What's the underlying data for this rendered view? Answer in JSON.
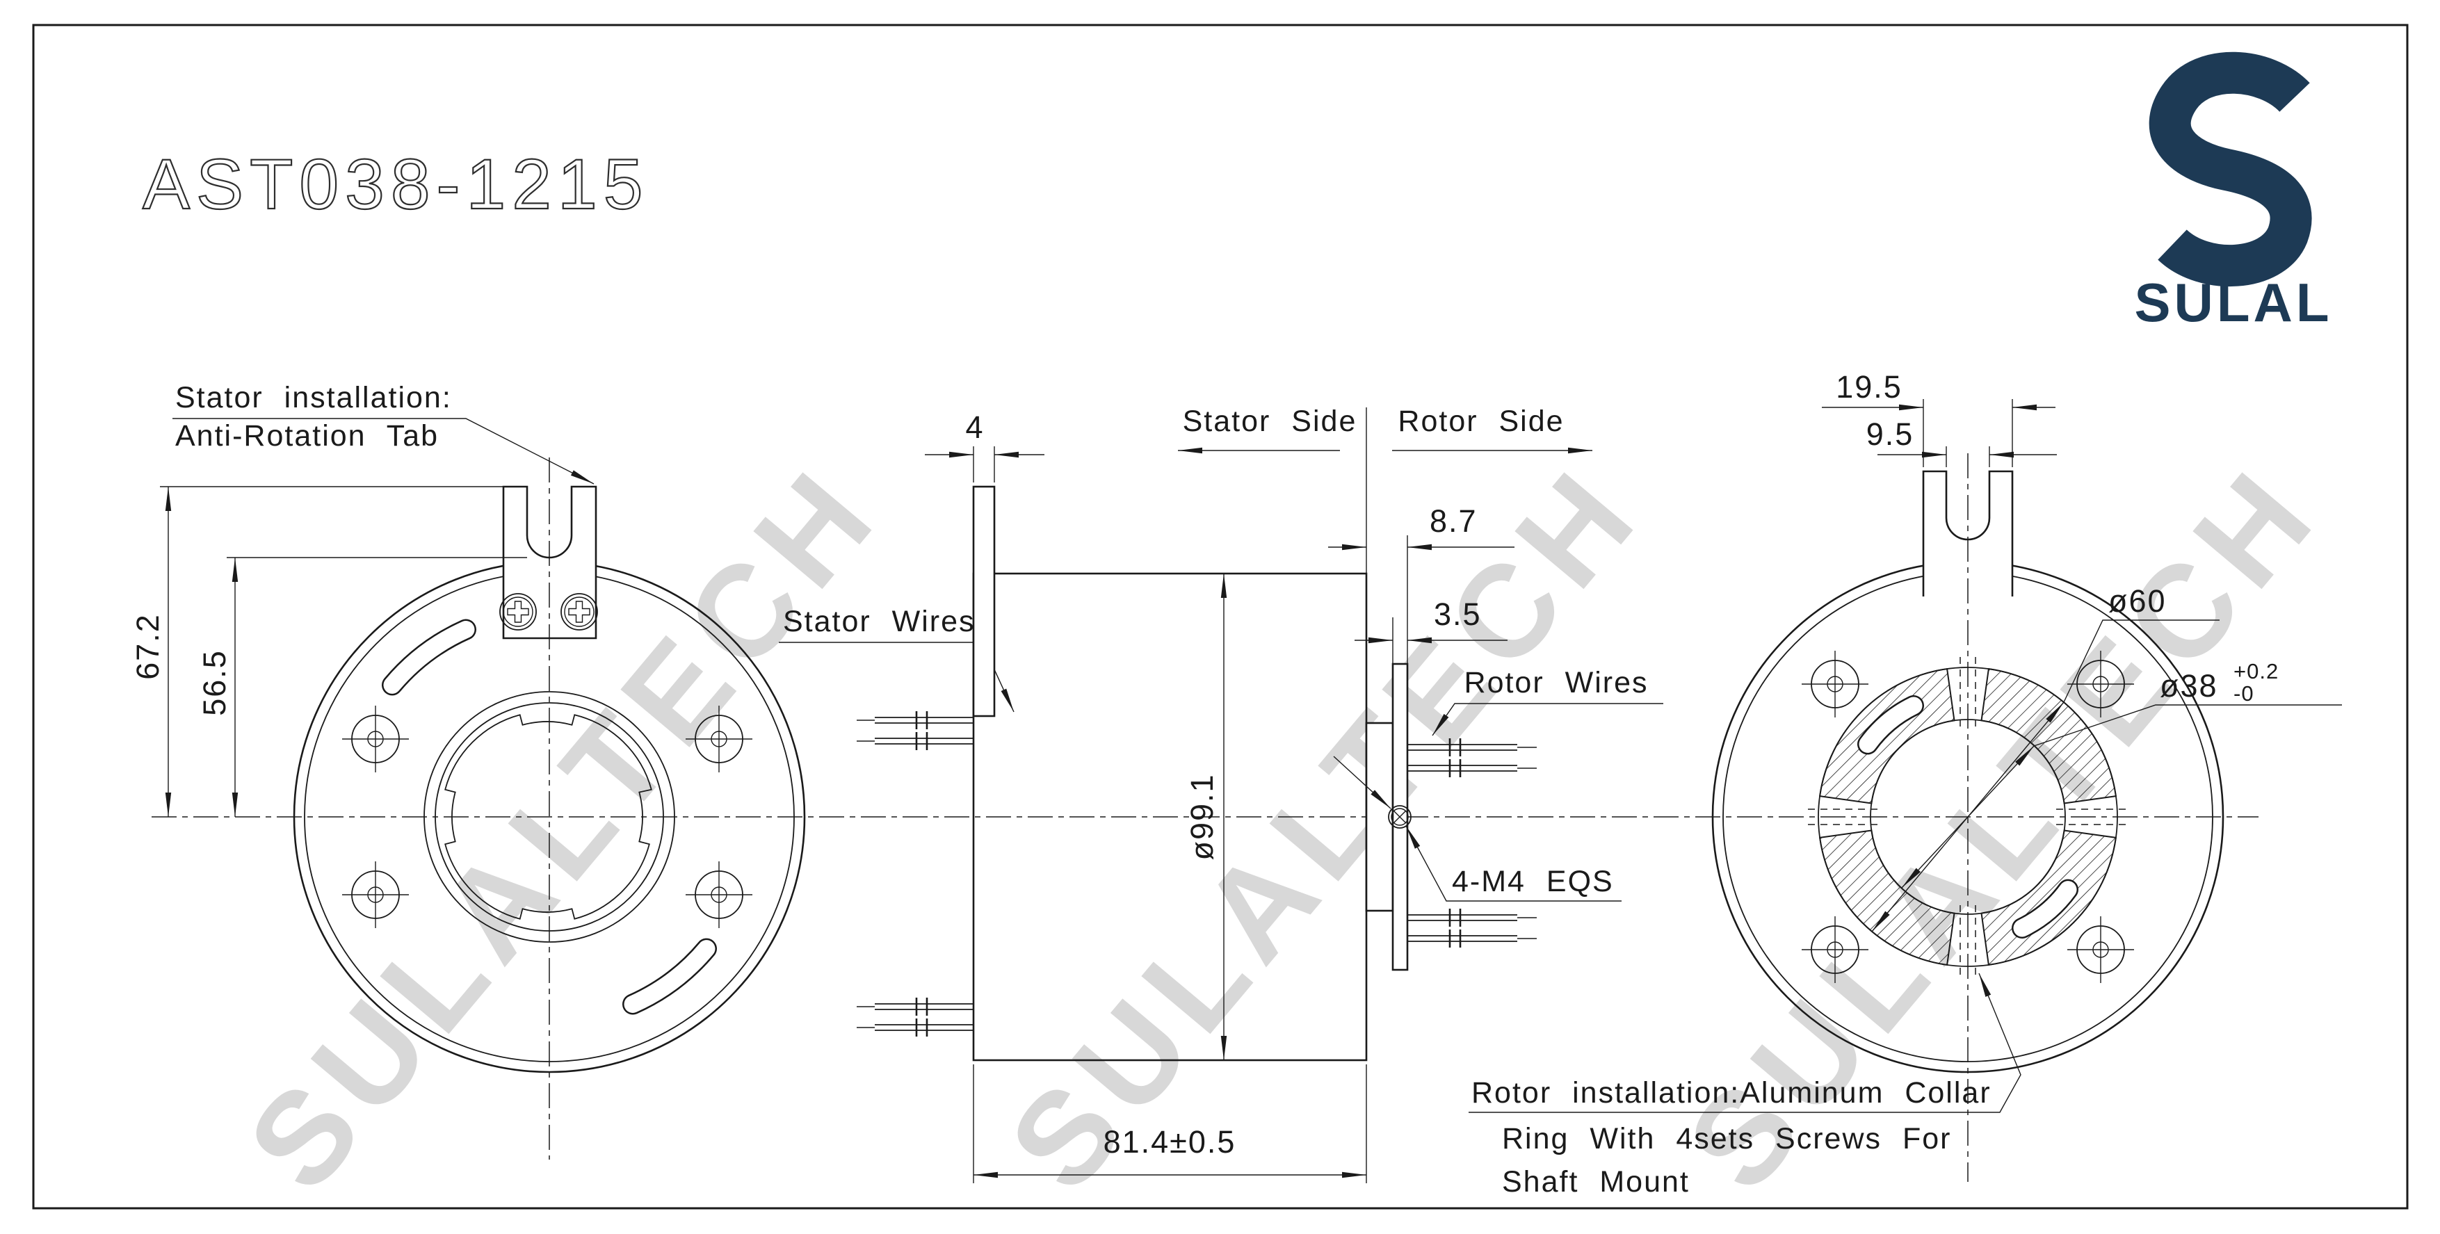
{
  "title": "AST038-1215",
  "logo": {
    "brand": "SULAL",
    "color": "#1d3a55"
  },
  "watermark": {
    "text": "SULALTECH",
    "color": "#d8d8d8"
  },
  "front_view": {
    "labels": {
      "stator_installation_line1": "Stator installation:",
      "stator_installation_line2": "Anti-Rotation Tab",
      "stator_wires": "Stator Wires"
    },
    "dimensions": {
      "tab_top_from_center": "67.2",
      "slot_bottom_from_center": "56.5"
    }
  },
  "side_view": {
    "labels": {
      "stator_side": "Stator Side",
      "rotor_side": "Rotor Side",
      "rotor_wires": "Rotor Wires",
      "rotor_screws": "4-M4 EQS"
    },
    "dimensions": {
      "flange_thickness": "4",
      "body_diameter": "ø99.1",
      "body_length": "81.4±0.5",
      "rotor_overhang": "8.7",
      "collar_plate_thickness": "3.5"
    }
  },
  "rear_view": {
    "labels": {
      "rotor_installation_line1": "Rotor installation:Aluminum Collar",
      "rotor_installation_line2": "Ring With 4sets Screws For",
      "rotor_installation_line3": "Shaft Mount"
    },
    "dimensions": {
      "tab_width": "19.5",
      "slot_width": "9.5",
      "collar_diameter": "ø60",
      "bore_diameter": "ø38",
      "bore_tol_upper": "+0.2",
      "bore_tol_lower": "-0"
    }
  }
}
